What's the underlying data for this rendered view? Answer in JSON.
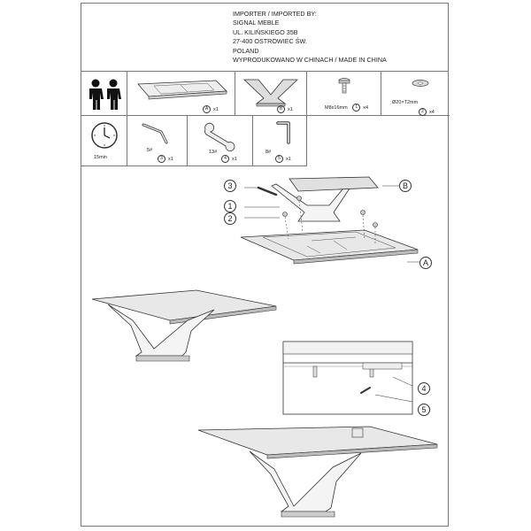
{
  "header": {
    "line1": "IMPORTER / IMPORTED BY:",
    "line2": "SIGNAL MEBLE",
    "line3": "UL. KILIŃSKIEGO 35B",
    "line4": "27-400 OSTROWIEC ŚW.",
    "line5": "POLAND",
    "line6": "WYPRODUKOWANO W CHINACH / MADE IN CHINA"
  },
  "parts": {
    "A": {
      "letter": "A",
      "qty": "x1"
    },
    "B": {
      "letter": "B",
      "qty": "x1"
    },
    "bolt": {
      "label": "M8x16mm",
      "num": "1",
      "qty": "x4"
    },
    "washer": {
      "label": "Ø20×T2mm",
      "num": "2",
      "qty": "x4"
    }
  },
  "tools": {
    "time": "15min",
    "hex5": {
      "label": "5#",
      "num": "3",
      "qty": "x1"
    },
    "wrench": {
      "label": "13#",
      "num": "4",
      "qty": "x1"
    },
    "hex8": {
      "label": "8#",
      "num": "5",
      "qty": "x1"
    }
  },
  "callouts": {
    "c1": "1",
    "c2": "2",
    "c3": "3",
    "cA": "A",
    "cB": "B",
    "c4": "4",
    "c5": "5"
  }
}
